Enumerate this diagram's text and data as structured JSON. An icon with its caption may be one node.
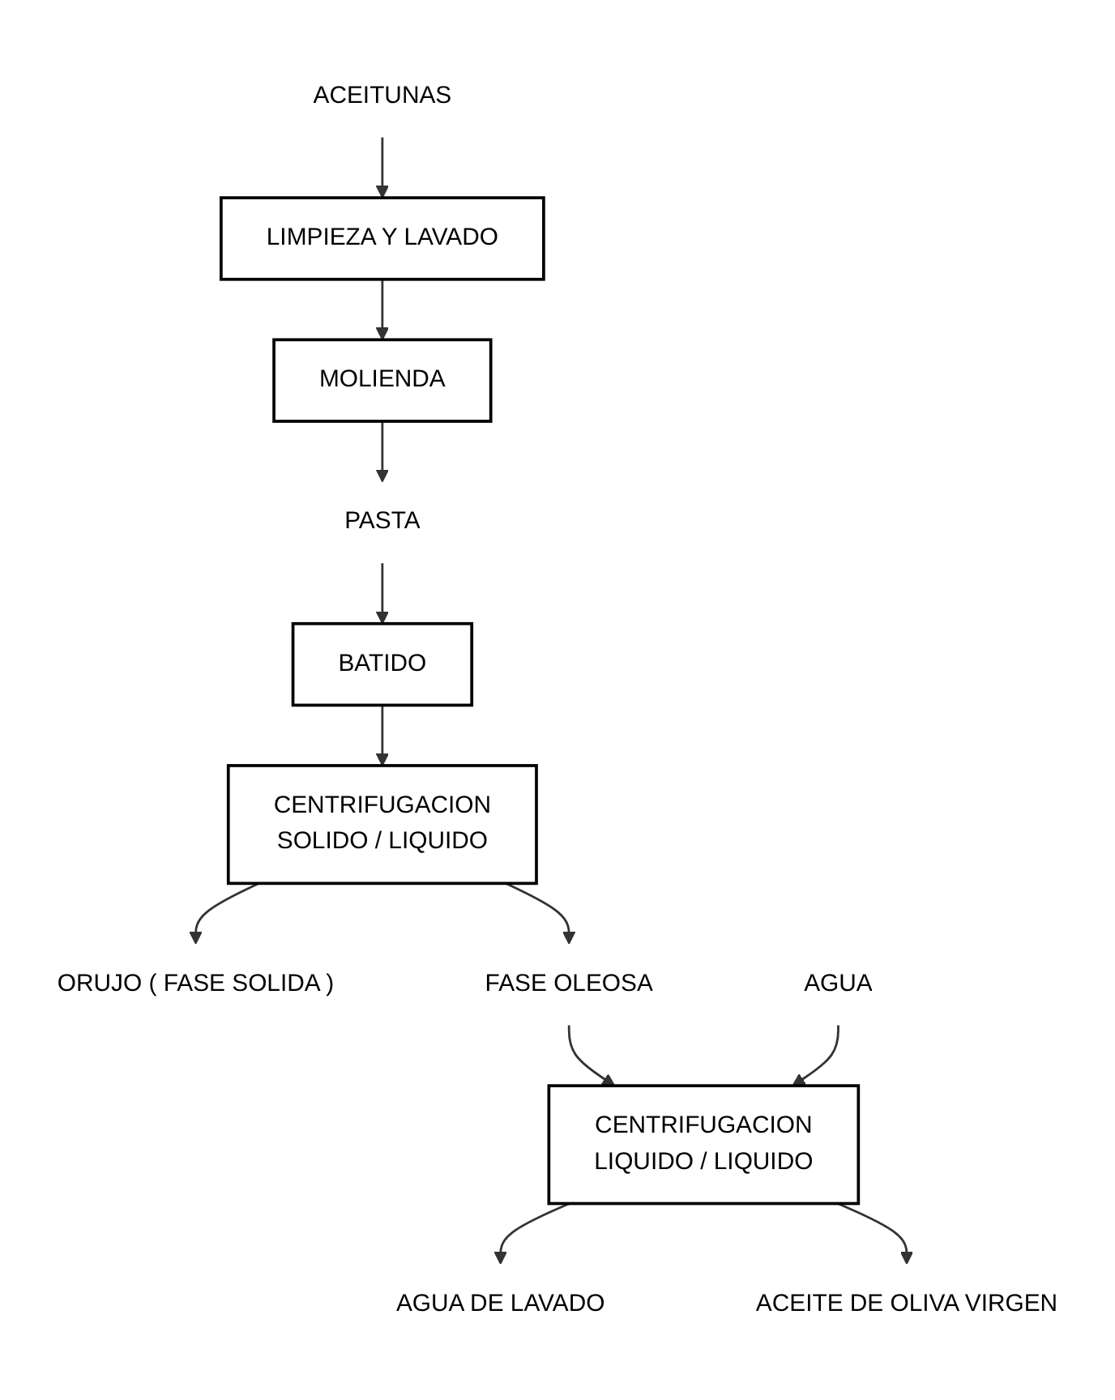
{
  "diagram": {
    "nodes": [
      {
        "text": [
          "ACEITUNAS"
        ]
      },
      {
        "text": [
          "LIMPIEZA Y LAVADO"
        ]
      },
      {
        "text": [
          "MOLIENDA"
        ]
      },
      {
        "text": [
          "PASTA"
        ]
      },
      {
        "text": [
          "BATIDO"
        ]
      },
      {
        "text": [
          "CENTRIFUGACION",
          "SOLIDO / LIQUIDO"
        ]
      },
      {
        "text": [
          "ORUJO ( FASE SOLIDA )"
        ]
      },
      {
        "text": [
          "FASE OLEOSA"
        ]
      },
      {
        "text": [
          "AGUA"
        ]
      },
      {
        "text": [
          "CENTRIFUGACION",
          "LIQUIDO / LIQUIDO"
        ]
      },
      {
        "text": [
          "AGUA DE LAVADO"
        ]
      },
      {
        "text": [
          "ACEITE DE OLIVA VIRGEN"
        ]
      }
    ],
    "edges": [
      {
        "from": 0,
        "to": 1,
        "arrow": "to"
      },
      {
        "from": 1,
        "to": 2,
        "arrow": "to"
      },
      {
        "from": 2,
        "to": 3,
        "arrow": "to"
      },
      {
        "from": 3,
        "to": 4,
        "arrow": "to"
      },
      {
        "from": 4,
        "to": 5,
        "arrow": "to"
      },
      {
        "from": 5,
        "to": 6,
        "arrow": "to"
      },
      {
        "from": 5,
        "to": 7,
        "arrow": "to"
      },
      {
        "from": 7,
        "to": 9,
        "arrow": "to"
      },
      {
        "from": 8,
        "to": 9,
        "arrow": "to"
      },
      {
        "from": 9,
        "to": 10,
        "arrow": "to"
      },
      {
        "from": 9,
        "to": 11,
        "arrow": "to"
      }
    ]
  }
}
